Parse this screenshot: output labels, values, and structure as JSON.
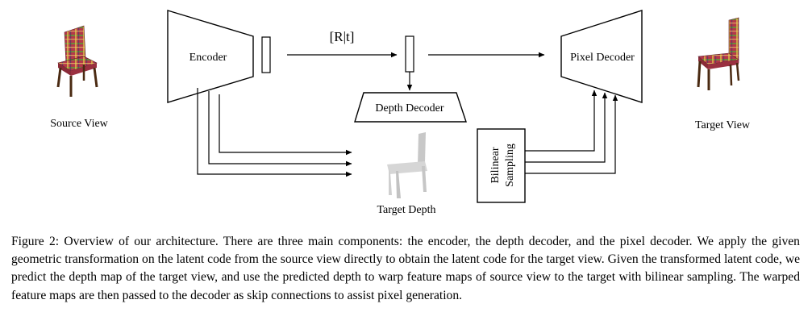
{
  "figure": {
    "source_view_label": "Source View",
    "encoder_label": "Encoder",
    "transform_label": "[R|t]",
    "depth_decoder_label": "Depth Decoder",
    "target_depth_label": "Target Depth",
    "bilinear_sampling_label_line1": "Bilinear",
    "bilinear_sampling_label_line2": "Sampling",
    "pixel_decoder_label": "Pixel Decoder",
    "target_view_label": "Target View",
    "colors": {
      "chair_fabric": "#b5384a",
      "chair_plaid_green": "#6f8a3a",
      "chair_plaid_yellow": "#d7b24a",
      "chair_legs": "#4a2a12",
      "depth_gray": "#c8c8c8",
      "stroke": "#000000"
    }
  },
  "caption": {
    "figure_number": "Figure 2:",
    "text": "Overview of our architecture. There are three main components: the encoder, the depth decoder, and the pixel decoder. We apply the given geometric transformation on the latent code from the source view directly to obtain the latent code for the target view. Given the transformed latent code, we predict the depth map of the target view, and use the predicted depth to warp feature maps of source view to the target with bilinear sampling. The warped feature maps are then passed to the decoder as skip connections to assist pixel generation."
  }
}
